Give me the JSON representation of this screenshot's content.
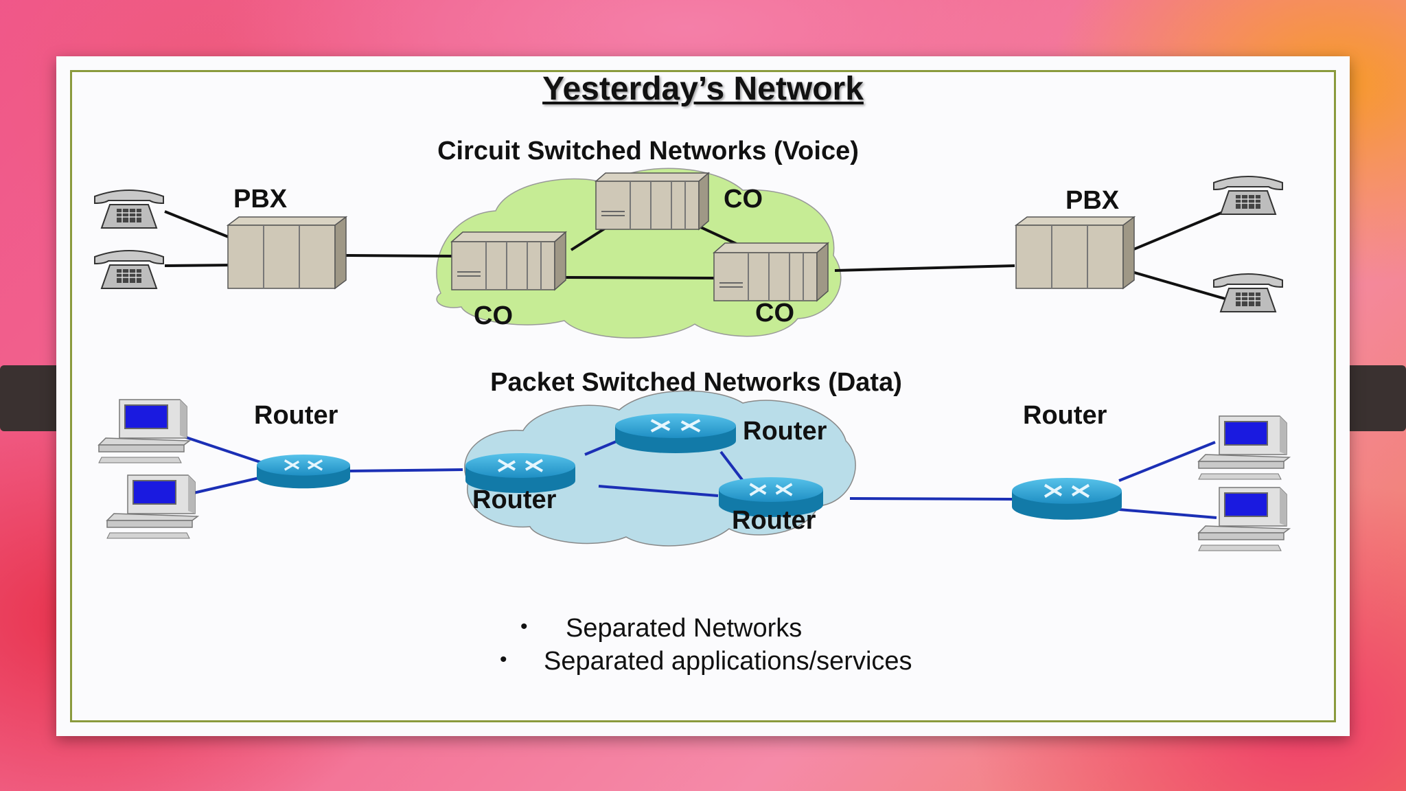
{
  "slide": {
    "title": "Yesterday’s Network",
    "circuit_heading": "Circuit Switched Networks (Voice)",
    "packet_heading": "Packet Switched Networks (Data)",
    "labels": {
      "pbx_left": "PBX",
      "pbx_right": "PBX",
      "co_top": "CO",
      "co_left": "CO",
      "co_right": "CO",
      "router_left": "Router",
      "router_top": "Router",
      "router_mid": "Router",
      "router_bottom": "Router",
      "router_right": "Router"
    },
    "bullets": [
      "Separated Networks",
      "Separated applications/services"
    ],
    "colors": {
      "voice_cloud": "#c6ec95",
      "data_cloud": "#b9dde9",
      "data_link": "#1b2fb5",
      "router": "#1f8fc4",
      "frame": "#8a9a3d"
    }
  }
}
